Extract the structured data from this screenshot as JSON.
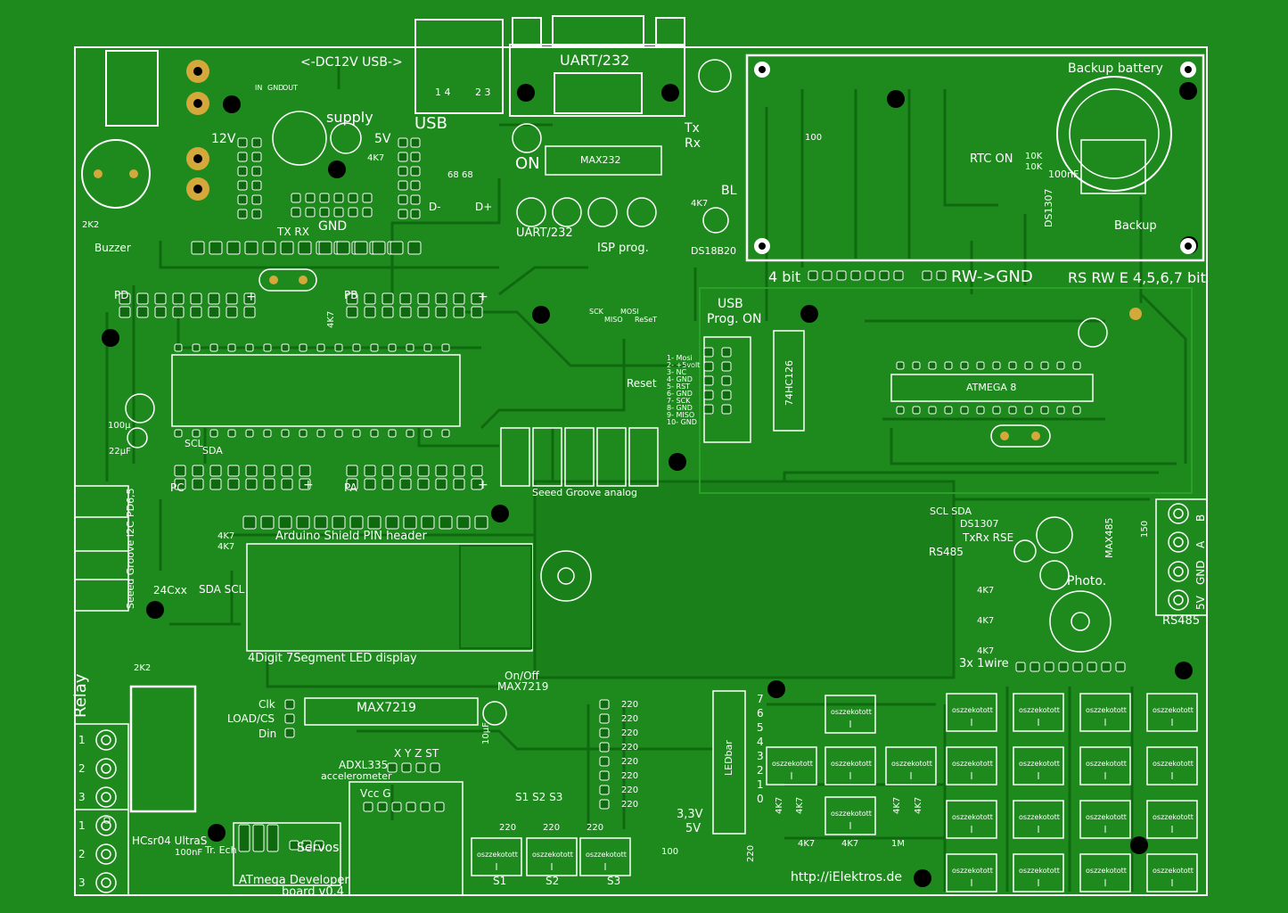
{
  "board": {
    "title": "ATmega Developer board v0.4",
    "url": "http://iElektros.de",
    "colors": {
      "pcb": "#1e8a1e",
      "trace": "#0f6a0f",
      "silk": "#ffffff",
      "pad": "#d4a83a",
      "hole": "#000000"
    }
  },
  "power": {
    "input_label": "<-DC12V USB->",
    "pin_labels": [
      "IN",
      "GND",
      "OUT"
    ],
    "supply": "supply",
    "v12": "12V",
    "v5": "5V",
    "gnd": "GND",
    "usb": "USB",
    "dminus": "D-",
    "dplus": "D+",
    "r68a": "68",
    "r68b": "68",
    "r4k7": "4K7",
    "buzzer": "Buzzer",
    "r2k2": "2K2",
    "usb_pins_a": "1 4",
    "usb_pins_b": "2 3"
  },
  "uart": {
    "title": "UART/232",
    "tx": "Tx",
    "rx": "Rx",
    "on": "ON",
    "chip": "MAX232",
    "bottom": "UART/232",
    "txrx": "TX RX",
    "bl": "BL",
    "r4k7": "4K7",
    "ds18b20": "DS18B20"
  },
  "isp": {
    "title": "ISP prog.",
    "pins": [
      "SCK",
      "MISO",
      "MOSI",
      "ReSeT"
    ],
    "usb_prog": "USB",
    "prog_on": "Prog. ON",
    "reset": "Reset",
    "pinout": [
      "1- Mosi",
      "2- +5volt",
      "3- NC",
      "4- GND",
      "5- RST",
      "6- GND",
      "7- SCK",
      "8- GND",
      "9- MISO",
      "10- GND"
    ],
    "chip": "74HC126"
  },
  "rtc": {
    "battery": "Backup battery",
    "rtc_on": "RTC ON",
    "r10k_a": "10K",
    "r10k_b": "10K",
    "cap": "100nF",
    "chip": "DS1307",
    "backup": "Backup",
    "r100": "100"
  },
  "lcd": {
    "four_bit": "4 bit",
    "rw_gnd": "RW->GND",
    "pins": "RS RW E 4,5,6,7 bit"
  },
  "atmega8": {
    "chip": "ATMEGA 8"
  },
  "headers": {
    "pd": "PD",
    "pb": "PB",
    "pc": "PC",
    "pa": "PA",
    "plus": "+",
    "scl": "SCL",
    "sda": "SDA",
    "r4k7": "4K7",
    "cap100": "100µ",
    "cap22": "22µF",
    "arduino": "Arduino Shield PIN header",
    "seeed_analog": "Seeed Groove analog"
  },
  "left": {
    "seeed_i2c": "Seeed Groove I2C",
    "pd6": "PD6,5",
    "eeprom": "24Cxx",
    "sda_scl": "SDA SCL",
    "r4k7a": "4K7",
    "r4k7b": "4K7",
    "relay": "Relay",
    "r2k2": "2K2",
    "relay_pins": [
      "1",
      "2",
      "3",
      "1",
      "2",
      "3"
    ],
    "hcsr04": "HCsr04 UltraS",
    "cap100n": "100nF",
    "trech": "Tr. Ech",
    "servos": "Servos",
    "developer": "ATmega Developer",
    "version": "board v0.4"
  },
  "display": {
    "title": "4Digit 7Segment LED display",
    "onoff": "On/Off",
    "max7219": "MAX7219",
    "clk": "Clk",
    "load": "LOAD/CS",
    "din": "Din",
    "chip": "MAX7219",
    "cap": "10µF"
  },
  "accel": {
    "axes": "X  Y  Z  ST",
    "chip": "ADXL335",
    "desc": "accelerometer",
    "vcc": "Vcc G"
  },
  "switches": {
    "labels": "S1 S2 S3",
    "names": [
      "S1",
      "S2",
      "S3"
    ],
    "r220": "220",
    "osz": "oszzekotott",
    "r100": "100"
  },
  "leds": {
    "r220": "220",
    "ledbar": "LEDbar",
    "v33": "3,3V",
    "v5": "5V",
    "numbers": [
      "7",
      "6",
      "5",
      "4",
      "3",
      "2",
      "1",
      "0"
    ],
    "r4k7": "4K7",
    "r1m": "1M",
    "r220b": "220"
  },
  "right": {
    "scl_sda": "SCL SDA",
    "ds1307": "DS1307",
    "txrx_rse": "TxRx RSE",
    "rs485": "RS485",
    "max485": "MAX485",
    "r150": "150",
    "terminals": [
      "B",
      "A",
      "GND",
      "5V"
    ],
    "rs485_out": "RS485",
    "photo": "Photo.",
    "r4k7": "4K7",
    "onewire": "3x 1wire"
  },
  "footer": {
    "url": "http://iElektros.de"
  }
}
